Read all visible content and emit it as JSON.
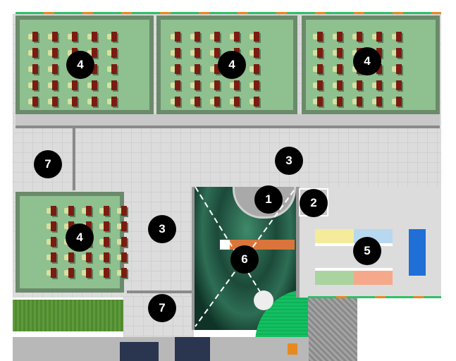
{
  "title": "Floor plan with numbered zones",
  "markers": [
    {
      "label": "4",
      "zone": "classroom"
    },
    {
      "label": "4",
      "zone": "classroom"
    },
    {
      "label": "4",
      "zone": "classroom"
    },
    {
      "label": "4",
      "zone": "classroom"
    },
    {
      "label": "7",
      "zone": "corridor-end"
    },
    {
      "label": "7",
      "zone": "corridor-end"
    },
    {
      "label": "3",
      "zone": "corridor"
    },
    {
      "label": "3",
      "zone": "corridor"
    },
    {
      "label": "1",
      "zone": "entrance"
    },
    {
      "label": "2",
      "zone": "doorway"
    },
    {
      "label": "5",
      "zone": "meeting-room"
    },
    {
      "label": "6",
      "zone": "central-hall"
    }
  ],
  "colors": {
    "classroom": "#8fc08f",
    "corridor": "#dcdcdc",
    "marker": "#000000",
    "desk": "#7a1c12",
    "accent_green": "#12c060",
    "screen_blue": "#1f6fd6"
  }
}
